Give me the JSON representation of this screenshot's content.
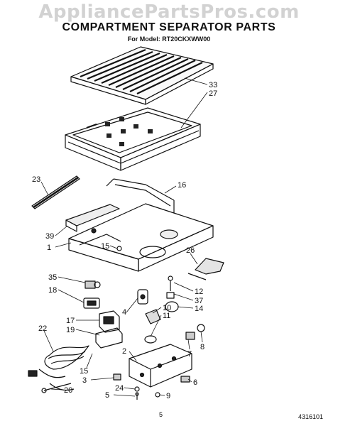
{
  "watermark": "AppliancePartsPros.com",
  "title": "COMPARTMENT SEPARATOR PARTS",
  "model_line": "For Model: RT20CKXWW00",
  "page_number": "5",
  "doc_number": "4316101",
  "callouts": {
    "c33": "33",
    "c27": "27",
    "c23": "23",
    "c16": "16",
    "c39": "39",
    "c1": "1",
    "c15a": "15",
    "c26": "26",
    "c35": "35",
    "c18": "18",
    "c12": "12",
    "c37": "37",
    "c14": "14",
    "c10": "10",
    "c11": "11",
    "c4": "4",
    "c17": "17",
    "c19": "19",
    "c22": "22",
    "c8": "8",
    "c7": "7",
    "c2": "2",
    "c15b": "15",
    "c3": "3",
    "c6": "6",
    "c24": "24",
    "c5": "5",
    "c9": "9",
    "c20": "20"
  }
}
